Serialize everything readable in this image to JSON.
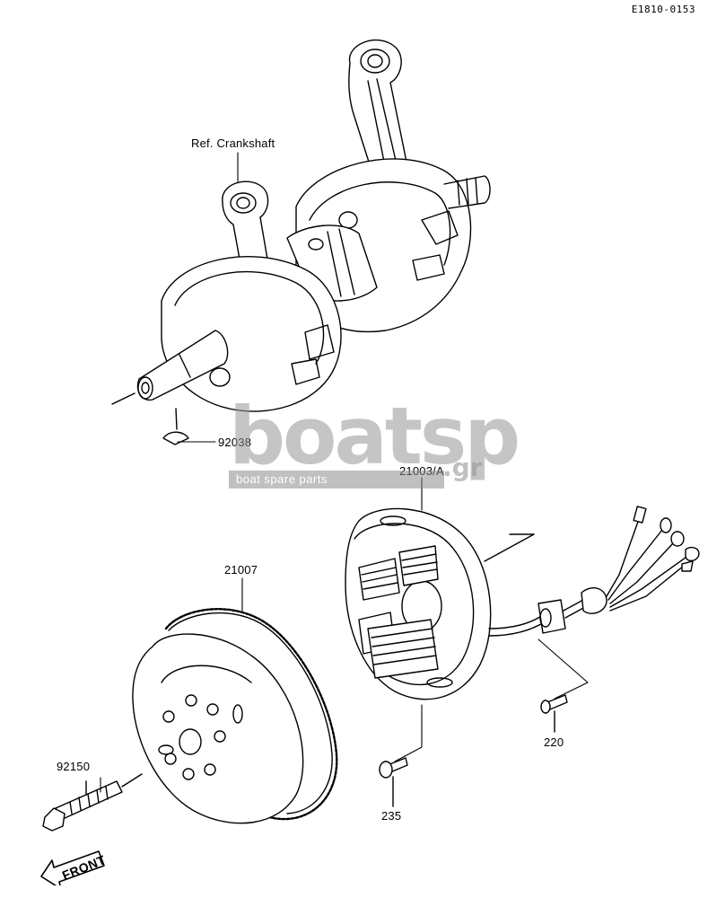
{
  "diagram_code": "E1810-0153",
  "labels": {
    "ref_crankshaft": "Ref. Crankshaft",
    "p92038": "92038",
    "p21003a": "21003/A",
    "p21007": "21007",
    "p92150": "92150",
    "p220": "220",
    "p235": "235"
  },
  "front_badge": "FRONT",
  "watermark": {
    "word": "boatsp",
    "suffix": ".gr",
    "tagline": "boat spare parts"
  }
}
